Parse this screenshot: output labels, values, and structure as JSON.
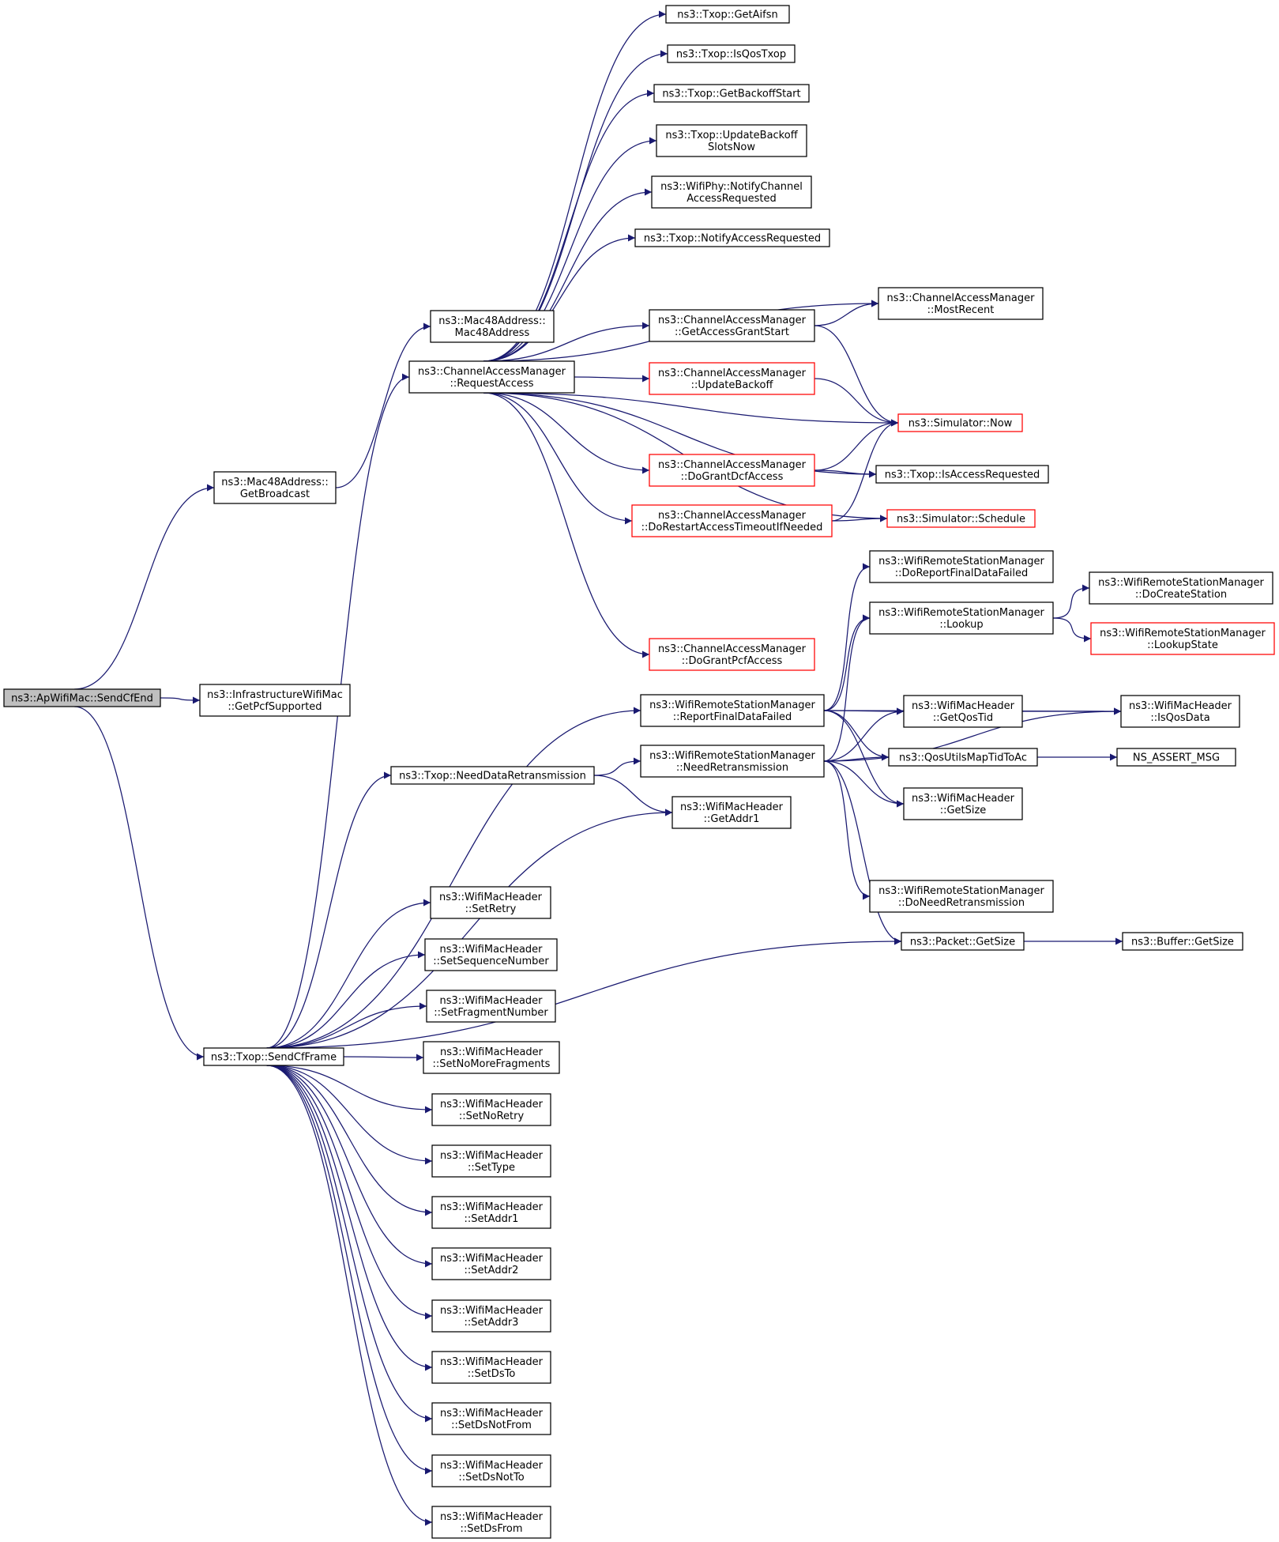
{
  "graph": {
    "edge_color": "#191970",
    "node_border_color": "#000000",
    "highlight_border_color": "#ff0000",
    "root_fill_color": "#bfbfbf",
    "nodes": [
      {
        "id": "sendcfend",
        "lines": [
          "ns3::ApWifiMac::SendCfEnd"
        ],
        "style": "root"
      },
      {
        "id": "getbroadcast",
        "lines": [
          "ns3::Mac48Address::",
          "GetBroadcast"
        ],
        "style": "normal"
      },
      {
        "id": "getpcfsupported",
        "lines": [
          "ns3::InfrastructureWifiMac",
          "::GetPcfSupported"
        ],
        "style": "normal"
      },
      {
        "id": "sendcfframe",
        "lines": [
          "ns3::Txop::SendCfFrame"
        ],
        "style": "normal"
      },
      {
        "id": "mac48address",
        "lines": [
          "ns3::Mac48Address::",
          "Mac48Address"
        ],
        "style": "normal"
      },
      {
        "id": "requestaccess",
        "lines": [
          "ns3::ChannelAccessManager",
          "::RequestAccess"
        ],
        "style": "normal"
      },
      {
        "id": "getaifsn",
        "lines": [
          "ns3::Txop::GetAifsn"
        ],
        "style": "normal"
      },
      {
        "id": "isqostxop",
        "lines": [
          "ns3::Txop::IsQosTxop"
        ],
        "style": "normal"
      },
      {
        "id": "getbackoffstart",
        "lines": [
          "ns3::Txop::GetBackoffStart"
        ],
        "style": "normal"
      },
      {
        "id": "updatebackoffslots",
        "lines": [
          "ns3::Txop::UpdateBackoff",
          "SlotsNow"
        ],
        "style": "normal"
      },
      {
        "id": "notifychannelaccess",
        "lines": [
          "ns3::WifiPhy::NotifyChannel",
          "AccessRequested"
        ],
        "style": "normal"
      },
      {
        "id": "notifyaccessrequested",
        "lines": [
          "ns3::Txop::NotifyAccessRequested"
        ],
        "style": "normal"
      },
      {
        "id": "mostrecent",
        "lines": [
          "ns3::ChannelAccessManager",
          "::MostRecent"
        ],
        "style": "normal"
      },
      {
        "id": "getaccessgrantstart",
        "lines": [
          "ns3::ChannelAccessManager",
          "::GetAccessGrantStart"
        ],
        "style": "normal"
      },
      {
        "id": "updatebackoff",
        "lines": [
          "ns3::ChannelAccessManager",
          "::UpdateBackoff"
        ],
        "style": "red"
      },
      {
        "id": "now",
        "lines": [
          "ns3::Simulator::Now"
        ],
        "style": "red"
      },
      {
        "id": "dograntdcfaccess",
        "lines": [
          "ns3::ChannelAccessManager",
          "::DoGrantDcfAccess"
        ],
        "style": "red"
      },
      {
        "id": "isaccessrequested",
        "lines": [
          "ns3::Txop::IsAccessRequested"
        ],
        "style": "normal"
      },
      {
        "id": "dorestartaccess",
        "lines": [
          "ns3::ChannelAccessManager",
          "::DoRestartAccessTimeoutIfNeeded"
        ],
        "style": "red"
      },
      {
        "id": "schedule",
        "lines": [
          "ns3::Simulator::Schedule"
        ],
        "style": "red"
      },
      {
        "id": "doreportfinaldatafailed",
        "lines": [
          "ns3::WifiRemoteStationManager",
          "::DoReportFinalDataFailed"
        ],
        "style": "normal"
      },
      {
        "id": "lookup",
        "lines": [
          "ns3::WifiRemoteStationManager",
          "::Lookup"
        ],
        "style": "normal"
      },
      {
        "id": "docreatestation",
        "lines": [
          "ns3::WifiRemoteStationManager",
          "::DoCreateStation"
        ],
        "style": "normal"
      },
      {
        "id": "lookupstate",
        "lines": [
          "ns3::WifiRemoteStationManager",
          "::LookupState"
        ],
        "style": "red"
      },
      {
        "id": "dograntpcfaccess",
        "lines": [
          "ns3::ChannelAccessManager",
          "::DoGrantPcfAccess"
        ],
        "style": "red"
      },
      {
        "id": "reportfinaldatafailed",
        "lines": [
          "ns3::WifiRemoteStationManager",
          "::ReportFinalDataFailed"
        ],
        "style": "normal"
      },
      {
        "id": "getqostid",
        "lines": [
          "ns3::WifiMacHeader",
          "::GetQosTid"
        ],
        "style": "normal"
      },
      {
        "id": "isqosdata",
        "lines": [
          "ns3::WifiMacHeader",
          "::IsQosData"
        ],
        "style": "normal"
      },
      {
        "id": "needdataretransmission",
        "lines": [
          "ns3::Txop::NeedDataRetransmission"
        ],
        "style": "normal"
      },
      {
        "id": "needretransmission",
        "lines": [
          "ns3::WifiRemoteStationManager",
          "::NeedRetransmission"
        ],
        "style": "normal"
      },
      {
        "id": "qosutilsmaptidtoac",
        "lines": [
          "ns3::QosUtilsMapTidToAc"
        ],
        "style": "normal"
      },
      {
        "id": "ns_assert_msg",
        "lines": [
          "NS_ASSERT_MSG"
        ],
        "style": "normal"
      },
      {
        "id": "getaddr1",
        "lines": [
          "ns3::WifiMacHeader",
          "::GetAddr1"
        ],
        "style": "normal"
      },
      {
        "id": "hdrgetsize",
        "lines": [
          "ns3::WifiMacHeader",
          "::GetSize"
        ],
        "style": "normal"
      },
      {
        "id": "doneedretransmission",
        "lines": [
          "ns3::WifiRemoteStationManager",
          "::DoNeedRetransmission"
        ],
        "style": "normal"
      },
      {
        "id": "setretry",
        "lines": [
          "ns3::WifiMacHeader",
          "::SetRetry"
        ],
        "style": "normal"
      },
      {
        "id": "packetgetsize",
        "lines": [
          "ns3::Packet::GetSize"
        ],
        "style": "normal"
      },
      {
        "id": "buffergetsize",
        "lines": [
          "ns3::Buffer::GetSize"
        ],
        "style": "normal"
      },
      {
        "id": "setsequencenumber",
        "lines": [
          "ns3::WifiMacHeader",
          "::SetSequenceNumber"
        ],
        "style": "normal"
      },
      {
        "id": "setfragmentnumber",
        "lines": [
          "ns3::WifiMacHeader",
          "::SetFragmentNumber"
        ],
        "style": "normal"
      },
      {
        "id": "setnomorefragments",
        "lines": [
          "ns3::WifiMacHeader",
          "::SetNoMoreFragments"
        ],
        "style": "normal"
      },
      {
        "id": "setnoretry",
        "lines": [
          "ns3::WifiMacHeader",
          "::SetNoRetry"
        ],
        "style": "normal"
      },
      {
        "id": "settype",
        "lines": [
          "ns3::WifiMacHeader",
          "::SetType"
        ],
        "style": "normal"
      },
      {
        "id": "setaddr1",
        "lines": [
          "ns3::WifiMacHeader",
          "::SetAddr1"
        ],
        "style": "normal"
      },
      {
        "id": "setaddr2",
        "lines": [
          "ns3::WifiMacHeader",
          "::SetAddr2"
        ],
        "style": "normal"
      },
      {
        "id": "setaddr3",
        "lines": [
          "ns3::WifiMacHeader",
          "::SetAddr3"
        ],
        "style": "normal"
      },
      {
        "id": "setdsto",
        "lines": [
          "ns3::WifiMacHeader",
          "::SetDsTo"
        ],
        "style": "normal"
      },
      {
        "id": "setdsnotfrom",
        "lines": [
          "ns3::WifiMacHeader",
          "::SetDsNotFrom"
        ],
        "style": "normal"
      },
      {
        "id": "setdsnotto",
        "lines": [
          "ns3::WifiMacHeader",
          "::SetDsNotTo"
        ],
        "style": "normal"
      },
      {
        "id": "setdsfrom",
        "lines": [
          "ns3::WifiMacHeader",
          "::SetDsFrom"
        ],
        "style": "normal"
      }
    ],
    "edges": [
      [
        "sendcfend",
        "getbroadcast"
      ],
      [
        "sendcfend",
        "getpcfsupported"
      ],
      [
        "sendcfend",
        "sendcfframe"
      ],
      [
        "getbroadcast",
        "mac48address"
      ],
      [
        "requestaccess",
        "getaifsn"
      ],
      [
        "requestaccess",
        "isqostxop"
      ],
      [
        "requestaccess",
        "getbackoffstart"
      ],
      [
        "requestaccess",
        "updatebackoffslots"
      ],
      [
        "requestaccess",
        "notifychannelaccess"
      ],
      [
        "requestaccess",
        "notifyaccessrequested"
      ],
      [
        "requestaccess",
        "mostrecent"
      ],
      [
        "requestaccess",
        "getaccessgrantstart"
      ],
      [
        "requestaccess",
        "updatebackoff"
      ],
      [
        "requestaccess",
        "now"
      ],
      [
        "requestaccess",
        "dograntdcfaccess"
      ],
      [
        "requestaccess",
        "dorestartaccess"
      ],
      [
        "requestaccess",
        "isaccessrequested"
      ],
      [
        "requestaccess",
        "schedule"
      ],
      [
        "requestaccess",
        "dograntpcfaccess"
      ],
      [
        "getaccessgrantstart",
        "mostrecent"
      ],
      [
        "getaccessgrantstart",
        "now"
      ],
      [
        "updatebackoff",
        "now"
      ],
      [
        "dograntdcfaccess",
        "now"
      ],
      [
        "dograntdcfaccess",
        "isaccessrequested"
      ],
      [
        "dorestartaccess",
        "now"
      ],
      [
        "dorestartaccess",
        "schedule"
      ],
      [
        "lookup",
        "docreatestation"
      ],
      [
        "lookup",
        "lookupstate"
      ],
      [
        "reportfinaldatafailed",
        "doreportfinaldatafailed"
      ],
      [
        "reportfinaldatafailed",
        "lookup"
      ],
      [
        "reportfinaldatafailed",
        "isqosdata"
      ],
      [
        "reportfinaldatafailed",
        "getqostid"
      ],
      [
        "reportfinaldatafailed",
        "qosutilsmaptidtoac"
      ],
      [
        "reportfinaldatafailed",
        "hdrgetsize"
      ],
      [
        "getqostid",
        "isqosdata"
      ],
      [
        "needretransmission",
        "lookup"
      ],
      [
        "needretransmission",
        "getqostid"
      ],
      [
        "needretransmission",
        "qosutilsmaptidtoac"
      ],
      [
        "needretransmission",
        "hdrgetsize"
      ],
      [
        "needretransmission",
        "isqosdata"
      ],
      [
        "needretransmission",
        "doneedretransmission"
      ],
      [
        "needretransmission",
        "packetgetsize"
      ],
      [
        "needdataretransmission",
        "needretransmission"
      ],
      [
        "needdataretransmission",
        "getaddr1"
      ],
      [
        "qosutilsmaptidtoac",
        "ns_assert_msg"
      ],
      [
        "packetgetsize",
        "buffergetsize"
      ],
      [
        "sendcfframe",
        "requestaccess"
      ],
      [
        "sendcfframe",
        "reportfinaldatafailed"
      ],
      [
        "sendcfframe",
        "needdataretransmission"
      ],
      [
        "sendcfframe",
        "getaddr1"
      ],
      [
        "sendcfframe",
        "packetgetsize"
      ],
      [
        "sendcfframe",
        "setretry"
      ],
      [
        "sendcfframe",
        "setsequencenumber"
      ],
      [
        "sendcfframe",
        "setfragmentnumber"
      ],
      [
        "sendcfframe",
        "setnomorefragments"
      ],
      [
        "sendcfframe",
        "setnoretry"
      ],
      [
        "sendcfframe",
        "settype"
      ],
      [
        "sendcfframe",
        "setaddr1"
      ],
      [
        "sendcfframe",
        "setaddr2"
      ],
      [
        "sendcfframe",
        "setaddr3"
      ],
      [
        "sendcfframe",
        "setdsto"
      ],
      [
        "sendcfframe",
        "setdsnotfrom"
      ],
      [
        "sendcfframe",
        "setdsnotto"
      ],
      [
        "sendcfframe",
        "setdsfrom"
      ]
    ]
  }
}
